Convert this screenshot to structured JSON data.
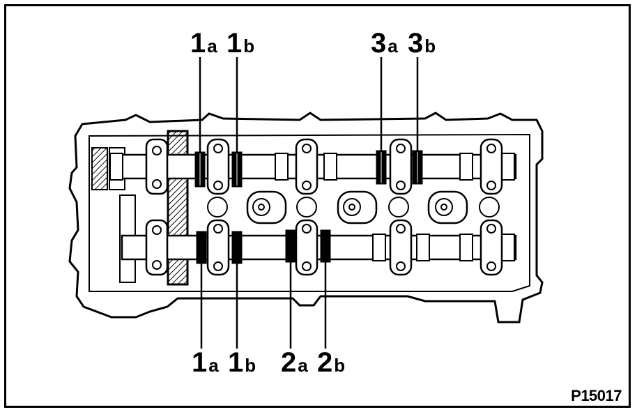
{
  "labels": {
    "top": [
      {
        "num": "1",
        "sub": "a"
      },
      {
        "num": "1",
        "sub": "b"
      },
      {
        "num": "3",
        "sub": "a"
      },
      {
        "num": "3",
        "sub": "b"
      }
    ],
    "bottom": [
      {
        "num": "1",
        "sub": "a"
      },
      {
        "num": "1",
        "sub": "b"
      },
      {
        "num": "2",
        "sub": "a"
      },
      {
        "num": "2",
        "sub": "b"
      }
    ]
  },
  "figure_code": "P15017",
  "colors": {
    "ink": "#000000",
    "paper": "#ffffff"
  }
}
